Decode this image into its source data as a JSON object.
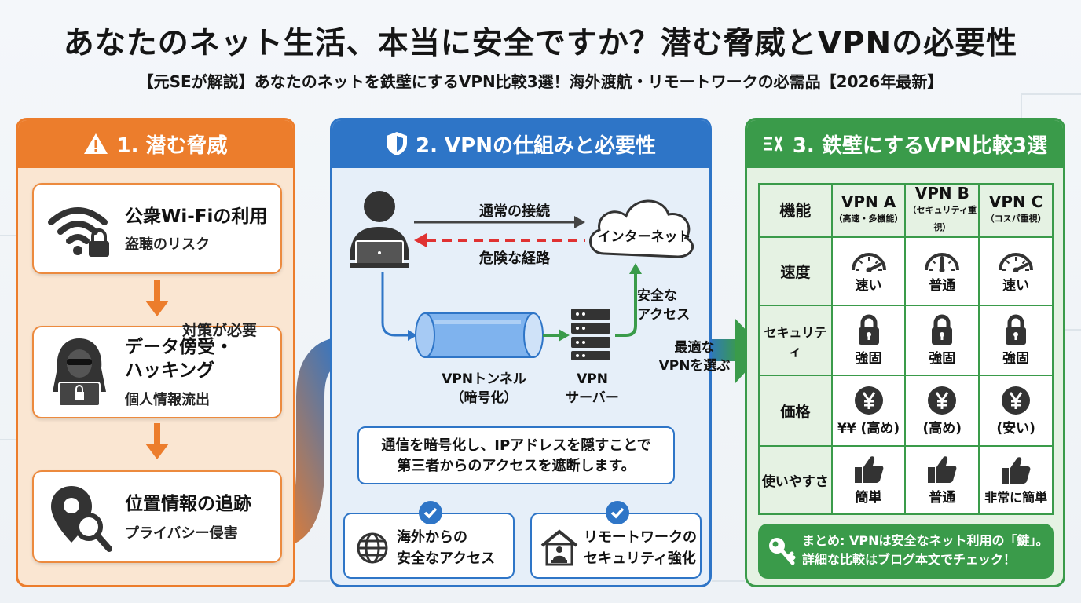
{
  "title": "あなたのネット生活、本当に安全ですか？潜む脅威とVPNの必要性",
  "subtitle": "【元SEが解説】あなたのネットを鉄壁にするVPN比較3選！海外渡航・リモートワークの必需品【2026年最新】",
  "colors": {
    "orange": "#ec7d2c",
    "blue": "#2e75c7",
    "green": "#3a9b4a",
    "red": "#e03232"
  },
  "panel1": {
    "heading": "1. 潜む脅威",
    "heading_icon": "warning-icon",
    "threats": [
      {
        "icon": "wifi-lock-icon",
        "title": "公衆Wi-Fiの利用",
        "sub": "盗聴のリスク"
      },
      {
        "icon": "hacker-icon",
        "title": "データ傍受・",
        "title2": "ハッキング",
        "sub": "個人情報流出"
      },
      {
        "icon": "location-search-icon",
        "title": "位置情報の追跡",
        "sub": "プライバシー侵害"
      }
    ],
    "note": "対策が必要"
  },
  "panel2": {
    "heading": "2. VPNの仕組みと必要性",
    "heading_icon": "shield-icon",
    "normal_connection": "通常の接続",
    "danger_route": "危険な経路",
    "internet": "インターネット",
    "safe_access": [
      "安全な",
      "アクセス"
    ],
    "tunnel": [
      "VPNトンネル",
      "（暗号化）"
    ],
    "server": [
      "VPN",
      "サーバー"
    ],
    "info": [
      "通信を暗号化し、IPアドレスを隠すことで",
      "第三者からのアクセスを遮断します。"
    ],
    "benefits": [
      {
        "icon": "globe-icon",
        "lines": [
          "海外からの",
          "安全なアクセス"
        ]
      },
      {
        "icon": "home-work-icon",
        "lines": [
          "リモートワークの",
          "セキュリティ強化"
        ]
      }
    ],
    "choose_note": [
      "最適な",
      "VPNを選ぶ"
    ]
  },
  "panel3": {
    "heading": "3. 鉄壁にするVPN比較3選",
    "heading_icon": "compare-icon",
    "feature_header": "機能",
    "vpns": [
      {
        "name": "VPN A",
        "note": "（高速・多機能）"
      },
      {
        "name": "VPN B",
        "note": "（セキュリティ重視）"
      },
      {
        "name": "VPN C",
        "note": "（コスパ重視）"
      }
    ],
    "rows": [
      {
        "feature": "速度",
        "icon": "speedometer-icon",
        "cells": [
          "速い",
          "普通",
          "速い"
        ],
        "gauge_level": [
          0.85,
          0.5,
          0.85
        ]
      },
      {
        "feature": "セキュリティ",
        "icon": "lock-icon",
        "cells": [
          "強固",
          "強固",
          "強固"
        ]
      },
      {
        "feature": "価格",
        "icon": "yen-icon",
        "cells": [
          "¥¥ (高め)",
          "(高め)",
          "(安い)"
        ]
      },
      {
        "feature": "使いやすさ",
        "icon": "thumbs-up-icon",
        "cells": [
          "簡単",
          "普通",
          "非常に簡単"
        ]
      }
    ],
    "summary": [
      "まとめ: VPNは安全なネット利用の「鍵」。",
      "詳細な比較はブログ本文でチェック！"
    ],
    "summary_icon": "key-icon"
  }
}
